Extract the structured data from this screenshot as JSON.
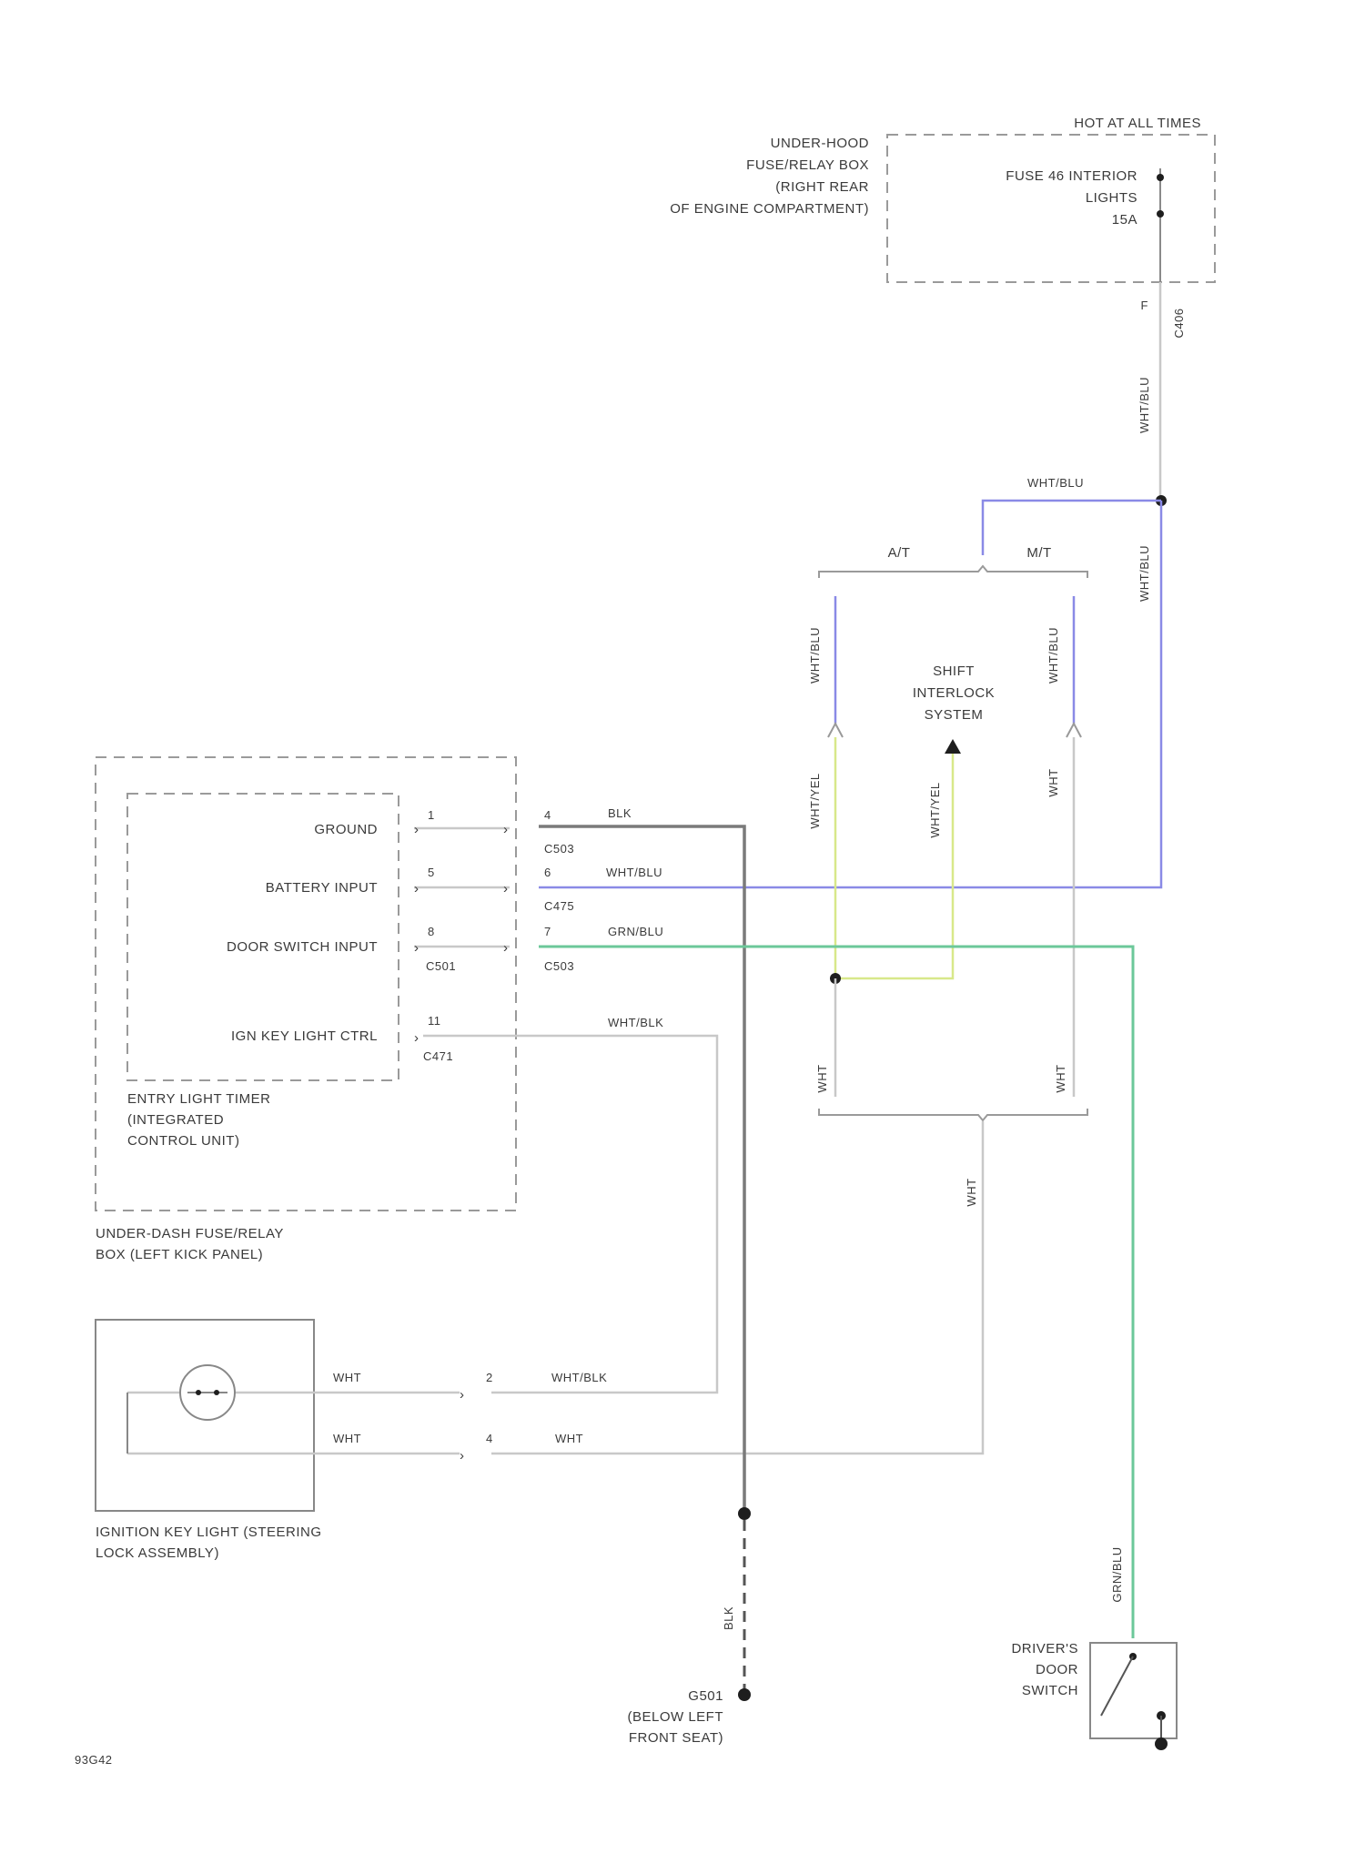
{
  "colors": {
    "wht_blu": "#8a8ae6",
    "grn_blu": "#6cc89a",
    "wht_yel": "#d8e88a",
    "wht": "#c8c8c8",
    "blk": "#7a7a7a"
  },
  "underhood_box": {
    "label_lines": [
      "UNDER-HOOD",
      "FUSE/RELAY BOX",
      "(RIGHT REAR",
      "OF ENGINE COMPARTMENT)"
    ],
    "hot_label": "HOT AT ALL TIMES",
    "fuse_lines": [
      "FUSE 46 INTERIOR",
      "LIGHTS",
      "15A"
    ],
    "terminal": "F",
    "connector": "C406"
  },
  "wires_top": {
    "vertical_1": "WHT/BLU",
    "junction_top": "WHT/BLU",
    "vertical_right": "WHT/BLU"
  },
  "transmission": {
    "at_label": "A/T",
    "mt_label": "M/T",
    "left_wire": "WHT/BLU",
    "right_wire": "WHT/BLU",
    "left_lower": "WHT/YEL",
    "center_lower": "WHT/YEL",
    "right_lower": "WHT",
    "shift_lines": [
      "SHIFT",
      "INTERLOCK",
      "SYSTEM"
    ],
    "bottom_left": "WHT",
    "bottom_right": "WHT",
    "merged": "WHT"
  },
  "entry_timer": {
    "inputs": [
      {
        "name": "GROUND",
        "pin": "1",
        "outer_pin": "4",
        "wire": "BLK",
        "conn_below": "C503"
      },
      {
        "name": "BATTERY INPUT",
        "pin": "5",
        "outer_pin": "6",
        "wire": "WHT/BLU",
        "conn_below": "C475"
      },
      {
        "name": "DOOR SWITCH INPUT",
        "pin": "8",
        "outer_pin": "7",
        "wire": "GRN/BLU",
        "conn_left": "C501",
        "conn_right": "C503"
      },
      {
        "name": "IGN KEY LIGHT CTRL",
        "pin": "11",
        "wire": "WHT/BLK",
        "conn_left": "C471"
      }
    ],
    "label_lines": [
      "ENTRY LIGHT TIMER",
      "(INTEGRATED",
      "CONTROL UNIT)"
    ],
    "box_label_lines": [
      "UNDER-DASH FUSE/RELAY",
      "BOX (LEFT KICK PANEL)"
    ]
  },
  "ignition_key": {
    "label_lines": [
      "IGNITION KEY LIGHT (STEERING",
      "LOCK ASSEMBLY)"
    ],
    "wire1_left": "WHT",
    "wire1_pin": "2",
    "wire1_right": "WHT/BLK",
    "wire2_left": "WHT",
    "wire2_pin": "4",
    "wire2_right": "WHT"
  },
  "ground": {
    "wire": "BLK",
    "label_lines": [
      "G501",
      "(BELOW LEFT",
      "FRONT SEAT)"
    ]
  },
  "door_switch": {
    "wire": "GRN/BLU",
    "label_lines": [
      "DRIVER'S",
      "DOOR",
      "SWITCH"
    ]
  },
  "figure_id": "93G42"
}
